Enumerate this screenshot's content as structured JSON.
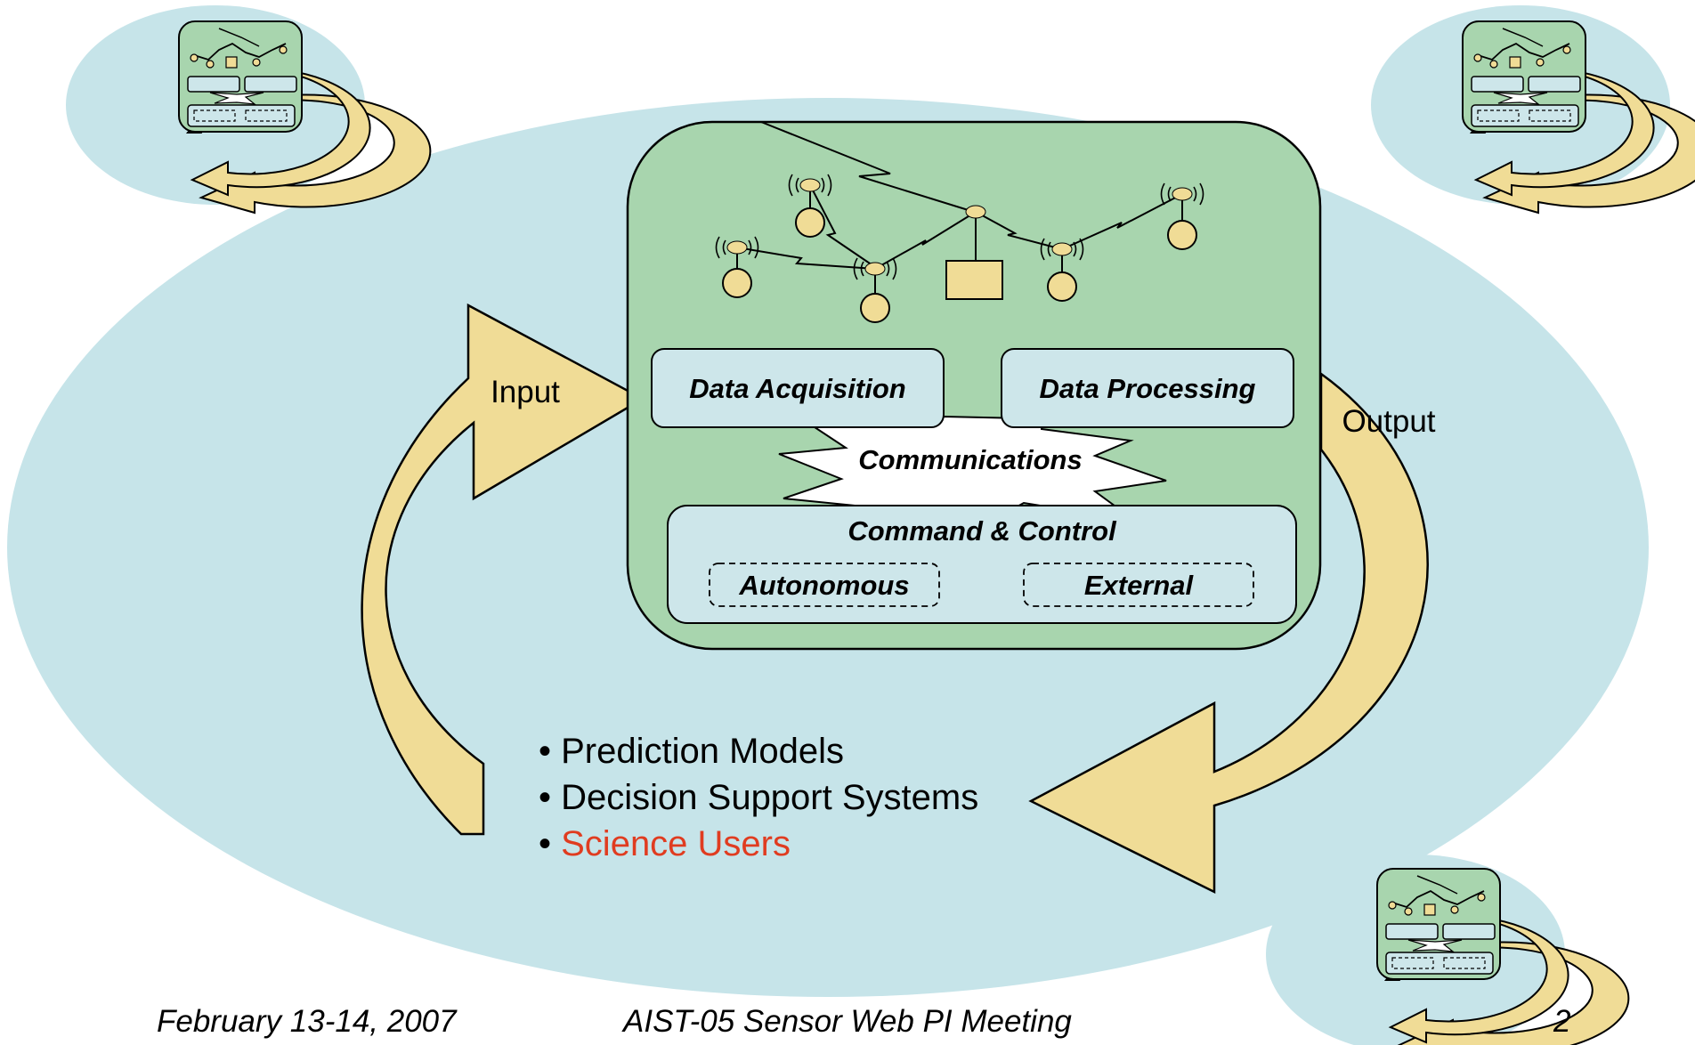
{
  "colors": {
    "ellipse_fill": "#c6e4e9",
    "node_fill": "#a8d5ae",
    "panel_fill": "#cde6ea",
    "arrow_fill": "#f0dc96",
    "sensor_fill": "#f0dc96",
    "highlight_text": "#e03c20"
  },
  "labels": {
    "input": "Input",
    "output": "Output",
    "data_acquisition": "Data Acquisition",
    "data_processing": "Data Processing",
    "communications": "Communications",
    "command_control": "Command & Control",
    "autonomous": "Autonomous",
    "external": "External"
  },
  "bullets": [
    {
      "text": "Prediction Models",
      "highlight": false
    },
    {
      "text": "Decision Support Systems",
      "highlight": false
    },
    {
      "text": "Science Users",
      "highlight": true
    }
  ],
  "footer": {
    "date": "February 13-14, 2007",
    "meeting": "AIST-05 Sensor Web PI Meeting",
    "page": "2"
  }
}
